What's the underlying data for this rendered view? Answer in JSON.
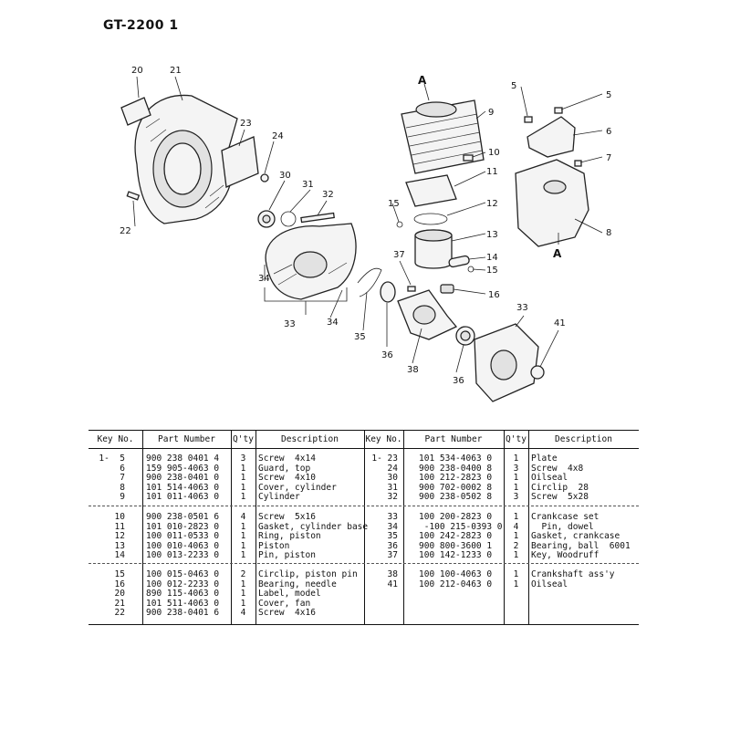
{
  "title": "GT-2200  1",
  "diagram": {
    "callouts": [
      "20",
      "21",
      "23",
      "24",
      "30",
      "31",
      "32",
      "22",
      "34",
      "34",
      "33",
      "35",
      "36",
      "38",
      "36",
      "33",
      "41",
      "37",
      "16",
      "15",
      "14",
      "13",
      "12",
      "15",
      "11",
      "10",
      "9",
      "A",
      "5",
      "5",
      "6",
      "7",
      "8",
      "A"
    ]
  },
  "table": {
    "headers": {
      "key_no": "Key No.",
      "part_number": "Part Number",
      "qty": "Q'ty",
      "description": "Description"
    },
    "left_groups": [
      [
        {
          "key": "1-  5",
          "part": "900 238 0401 4",
          "qty": "3",
          "desc": "Screw  4x14"
        },
        {
          "key": "6",
          "part": "159 905-4063 0",
          "qty": "1",
          "desc": "Guard, top"
        },
        {
          "key": "7",
          "part": "900 238-0401 0",
          "qty": "1",
          "desc": "Screw  4x10"
        },
        {
          "key": "8",
          "part": "101 514-4063 0",
          "qty": "1",
          "desc": "Cover, cylinder"
        },
        {
          "key": "9",
          "part": "101 011-4063 0",
          "qty": "1",
          "desc": "Cylinder"
        }
      ],
      [
        {
          "key": "10",
          "part": "900 238-0501 6",
          "qty": "4",
          "desc": "Screw  5x16"
        },
        {
          "key": "11",
          "part": "101 010-2823 0",
          "qty": "1",
          "desc": "Gasket, cylinder base"
        },
        {
          "key": "12",
          "part": "100 011-0533 0",
          "qty": "1",
          "desc": "Ring, piston"
        },
        {
          "key": "13",
          "part": "100 010-4063 0",
          "qty": "1",
          "desc": "Piston"
        },
        {
          "key": "14",
          "part": "100 013-2233 0",
          "qty": "1",
          "desc": "Pin, piston"
        }
      ],
      [
        {
          "key": "15",
          "part": "100 015-0463 0",
          "qty": "2",
          "desc": "Circlip, piston pin"
        },
        {
          "key": "16",
          "part": "100 012-2233 0",
          "qty": "1",
          "desc": "Bearing, needle"
        },
        {
          "key": "20",
          "part": "890 115-4063 0",
          "qty": "1",
          "desc": "Label, model"
        },
        {
          "key": "21",
          "part": "101 511-4063 0",
          "qty": "1",
          "desc": "Cover, fan"
        },
        {
          "key": "22",
          "part": "900 238-0401 6",
          "qty": "4",
          "desc": "Screw  4x16"
        }
      ]
    ],
    "right_groups": [
      [
        {
          "key": "1- 23",
          "part": "101 534-4063 0",
          "qty": "1",
          "desc": "Plate"
        },
        {
          "key": "24",
          "part": "900 238-0400 8",
          "qty": "3",
          "desc": "Screw  4x8"
        },
        {
          "key": "30",
          "part": "100 212-2823 0",
          "qty": "1",
          "desc": "Oilseal"
        },
        {
          "key": "31",
          "part": "900 702-0002 8",
          "qty": "1",
          "desc": "Circlip  28"
        },
        {
          "key": "32",
          "part": "900 238-0502 8",
          "qty": "3",
          "desc": "Screw  5x28"
        }
      ],
      [
        {
          "key": "33",
          "part": "100 200-2823 0",
          "qty": "1",
          "desc": "Crankcase set"
        },
        {
          "key": "34",
          "part": " -100 215-0393 0",
          "qty": "4",
          "desc": "  Pin, dowel"
        },
        {
          "key": "35",
          "part": "100 242-2823 0",
          "qty": "1",
          "desc": "Gasket, crankcase"
        },
        {
          "key": "36",
          "part": "900 800-3600 1",
          "qty": "2",
          "desc": "Bearing, ball  6001"
        },
        {
          "key": "37",
          "part": "100 142-1233 0",
          "qty": "1",
          "desc": "Key, Woodruff"
        }
      ],
      [
        {
          "key": "38",
          "part": "100 100-4063 0",
          "qty": "1",
          "desc": "Crankshaft ass'y"
        },
        {
          "key": "41",
          "part": "100 212-0463 0",
          "qty": "1",
          "desc": "Oilseal"
        }
      ]
    ]
  }
}
